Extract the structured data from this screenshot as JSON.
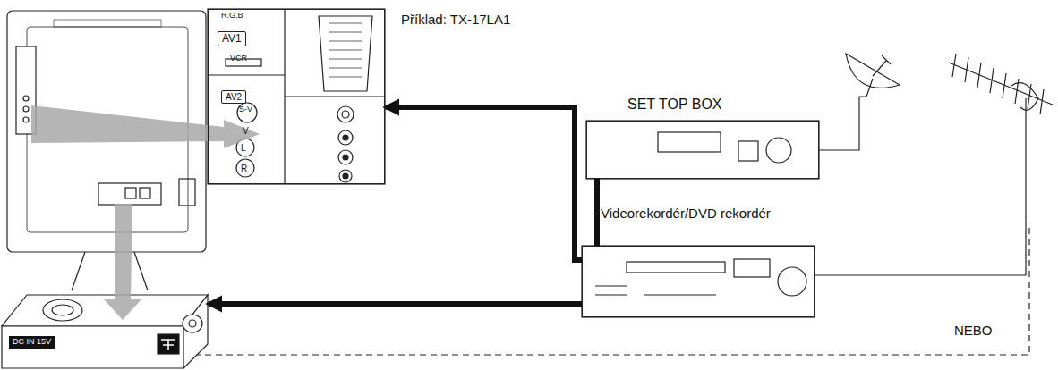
{
  "diagram": {
    "nodes": [
      {
        "text": [
          "R.G.B",
          "AV1",
          "VCR",
          "AV2",
          "S-V",
          "V",
          "L",
          "R"
        ]
      },
      {
        "text": [
          "SET TOP BOX"
        ]
      },
      {
        "text": [
          "Videorekordér/DVD rekordér"
        ]
      },
      {
        "text": [
          "DC IN 15V"
        ]
      }
    ],
    "edges": [
      {
        "from": 2,
        "to": 0,
        "arrow": "to"
      },
      {
        "from": 2,
        "to": 3,
        "arrow": "to"
      },
      {
        "from": 1,
        "to": 2,
        "arrow": "none"
      }
    ],
    "labels": [
      "Příklad: TX-17LA1",
      "NEBO"
    ]
  }
}
